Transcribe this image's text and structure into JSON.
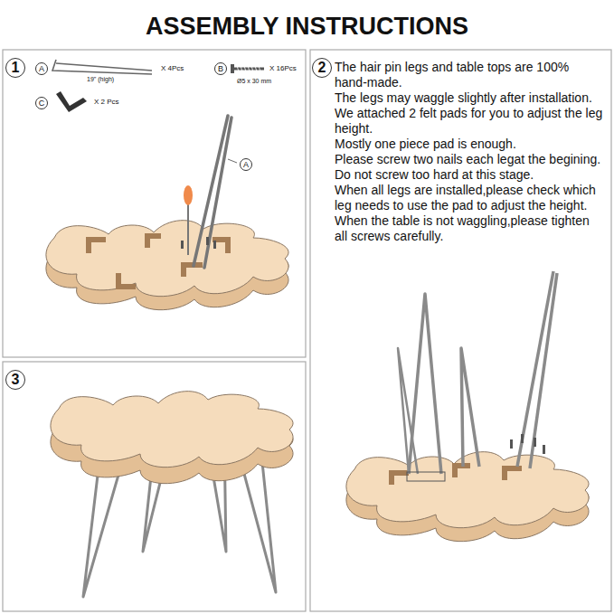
{
  "diagram": {
    "title": "ASSEMBLY INSTRUCTIONS",
    "nodes": [
      {
        "text": [
          "1"
        ]
      },
      {
        "text": [
          "A"
        ]
      },
      {
        "text": [
          "B"
        ]
      },
      {
        "text": [
          "C"
        ]
      },
      {
        "text": [
          "A"
        ]
      },
      {
        "text": [
          "2"
        ]
      },
      {
        "text": [
          "3"
        ]
      }
    ],
    "labels": [
      "19\" (high)",
      "X 4Pcs",
      "X 16Pcs",
      "Ø5 x 30 mm",
      "X 2 Pcs",
      "The hair pin legs and table tops are 100% hand-made.",
      "The legs may waggle slightly after installation.",
      "We attached 2 felt pads for you to adjust the leg height.",
      "Mostly one piece pad is enough.",
      "Please screw two nails each legat the begining.",
      "Do not screw too hard at this stage.",
      "When all legs are installed,please check which leg needs to use the pad to adjust the height.",
      "When the table is not waggling,please tighten all screws carefully."
    ]
  }
}
